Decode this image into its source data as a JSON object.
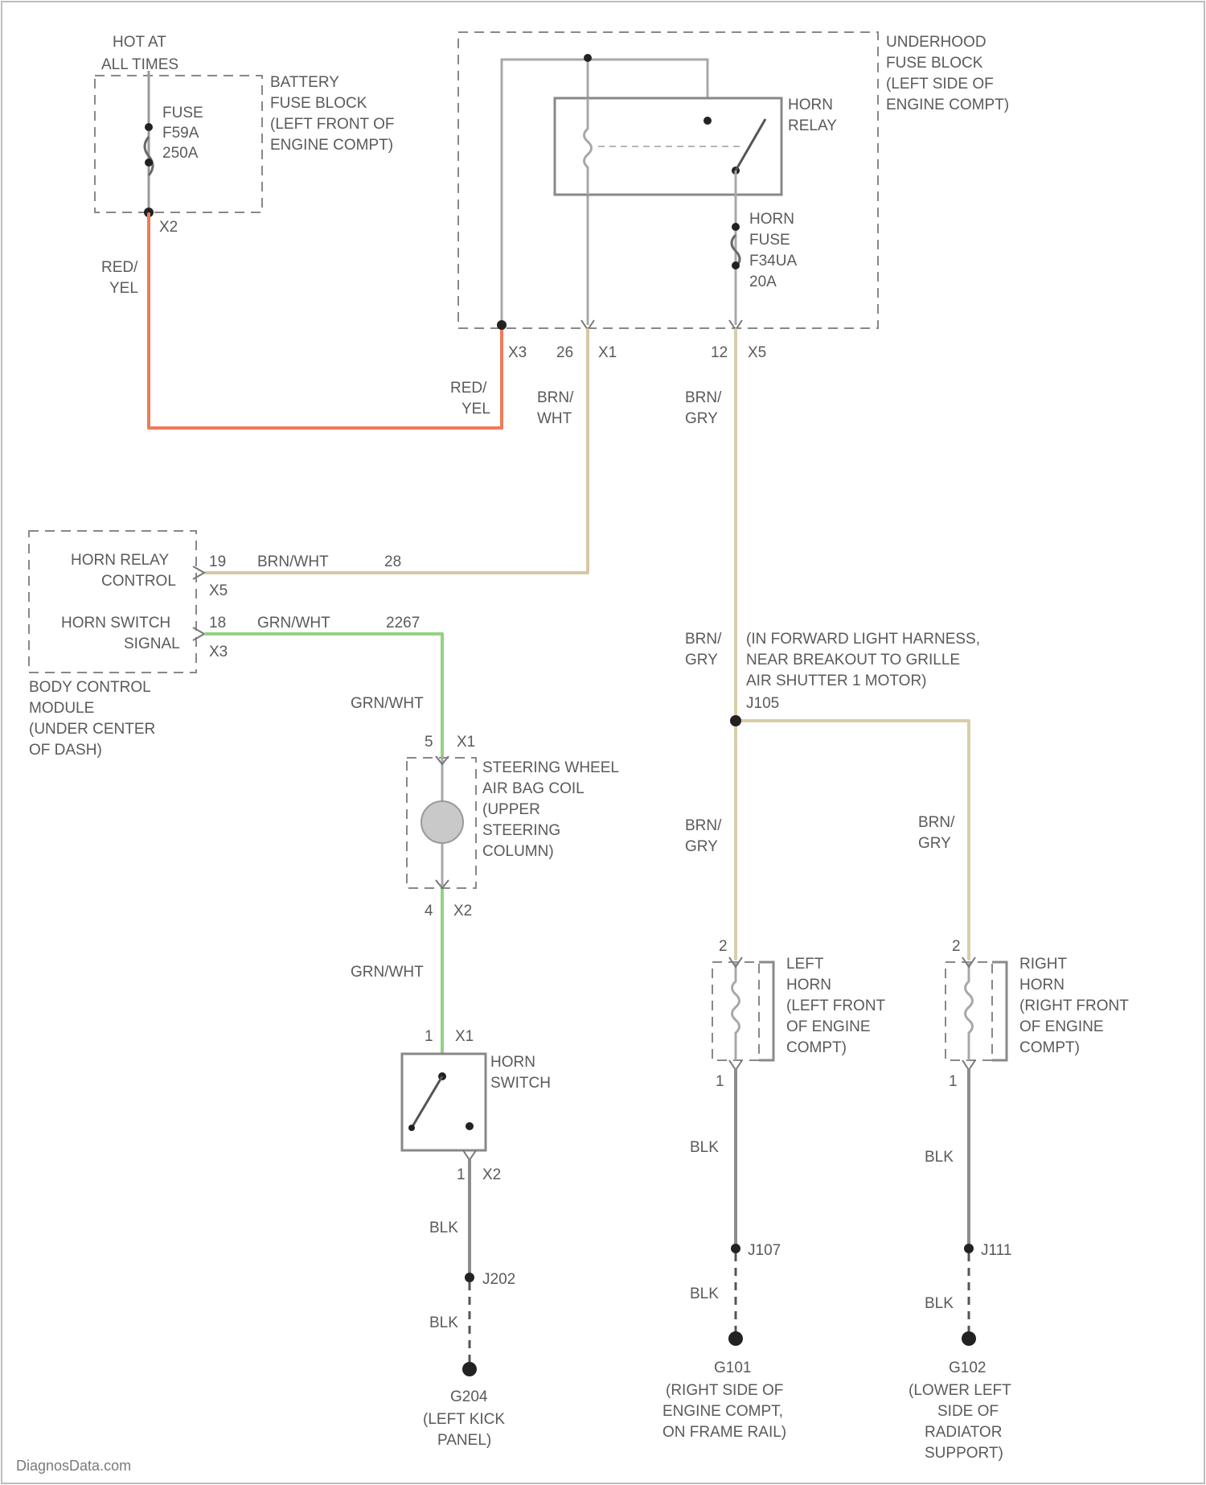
{
  "colors": {
    "red_yel": "#f07a5a",
    "brn_wht": "#d8c7a4",
    "brn_gry": "#d9cda8",
    "grn_wht": "#93d184",
    "gray": "#a8a8a8",
    "blk": "#8c8c8c",
    "outline": "#a0a0a0"
  },
  "battery_fuse_block": {
    "hot_label": [
      "HOT AT",
      "ALL TIMES"
    ],
    "fuse_label": [
      "FUSE",
      "F59A",
      "250A"
    ],
    "connector": "X2",
    "name": [
      "BATTERY",
      "FUSE BLOCK",
      "(LEFT FRONT OF",
      "ENGINE COMPT)"
    ]
  },
  "underhood_fuse_block": {
    "name": [
      "UNDERHOOD",
      "FUSE BLOCK",
      "(LEFT SIDE OF",
      "ENGINE COMPT)"
    ],
    "relay_label": [
      "HORN",
      "RELAY"
    ],
    "fuse_label": [
      "HORN",
      "FUSE",
      "F34UA",
      "20A"
    ],
    "pins": [
      {
        "pin": "",
        "conn": "X3"
      },
      {
        "pin": "26",
        "conn": "X1"
      },
      {
        "pin": "12",
        "conn": "X5"
      }
    ]
  },
  "wires": {
    "red_yel": [
      "RED/",
      "YEL"
    ],
    "red_yel_2": [
      "RED/",
      "YEL"
    ],
    "brn_wht": [
      "BRN/",
      "WHT"
    ],
    "brn_gry": [
      "BRN/",
      "GRY"
    ],
    "brn_wht_inline": "BRN/WHT",
    "grn_wht_inline": "GRN/WHT",
    "circuit_28": "28",
    "circuit_2267": "2267",
    "grn_wht_1": "GRN/WHT",
    "grn_wht_2": "GRN/WHT",
    "brn_gry_2": [
      "BRN/",
      "GRY"
    ],
    "brn_gry_3": [
      "BRN/",
      "GRY"
    ],
    "brn_gry_4": [
      "BRN/",
      "GRY"
    ],
    "blk_1": "BLK",
    "blk_2": "BLK",
    "blk_3": "BLK",
    "blk_4": "BLK",
    "blk_5": "BLK",
    "blk_6": "BLK"
  },
  "bcm": {
    "signals": [
      {
        "label": [
          "HORN RELAY",
          "CONTROL"
        ],
        "pin": "19",
        "conn": "X5"
      },
      {
        "label": [
          "HORN SWITCH",
          "SIGNAL"
        ],
        "pin": "18",
        "conn": "X3"
      }
    ],
    "name": [
      "BODY CONTROL",
      "MODULE",
      "(UNDER CENTER",
      "OF DASH)"
    ]
  },
  "splice": {
    "note": [
      "(IN FORWARD LIGHT HARNESS,",
      "NEAR BREAKOUT TO GRILLE",
      "AIR SHUTTER 1 MOTOR)"
    ],
    "id": "J105"
  },
  "coil": {
    "name": [
      "STEERING WHEEL",
      "AIR BAG COIL",
      "(UPPER",
      "STEERING",
      "COLUMN)"
    ],
    "pin_top": "5",
    "conn_top": "X1",
    "pin_bottom": "4",
    "conn_bottom": "X2"
  },
  "horn_switch": {
    "name": [
      "HORN",
      "SWITCH"
    ],
    "pin_top": "1",
    "conn_top": "X1",
    "pin_bottom": "1",
    "conn_bottom": "X2"
  },
  "left_horn": {
    "name": [
      "LEFT",
      "HORN",
      "(LEFT FRONT",
      "OF ENGINE",
      "COMPT)"
    ],
    "pin_top": "2",
    "pin_bottom": "1"
  },
  "right_horn": {
    "name": [
      "RIGHT",
      "HORN",
      "(RIGHT FRONT",
      "OF ENGINE",
      "COMPT)"
    ],
    "pin_top": "2",
    "pin_bottom": "1"
  },
  "splices": {
    "s1": "J202",
    "s2": "J107",
    "s3": "J111"
  },
  "grounds": {
    "g1": {
      "id": "G204",
      "desc": [
        "(LEFT KICK",
        "PANEL)"
      ]
    },
    "g2": {
      "id": "G101",
      "desc": [
        "(RIGHT SIDE OF",
        "ENGINE COMPT,",
        "ON FRAME RAIL)"
      ]
    },
    "g3": {
      "id": "G102",
      "desc": [
        "(LOWER LEFT",
        "SIDE OF",
        "RADIATOR",
        "SUPPORT)"
      ]
    }
  },
  "watermark": "DiagnosData.com"
}
